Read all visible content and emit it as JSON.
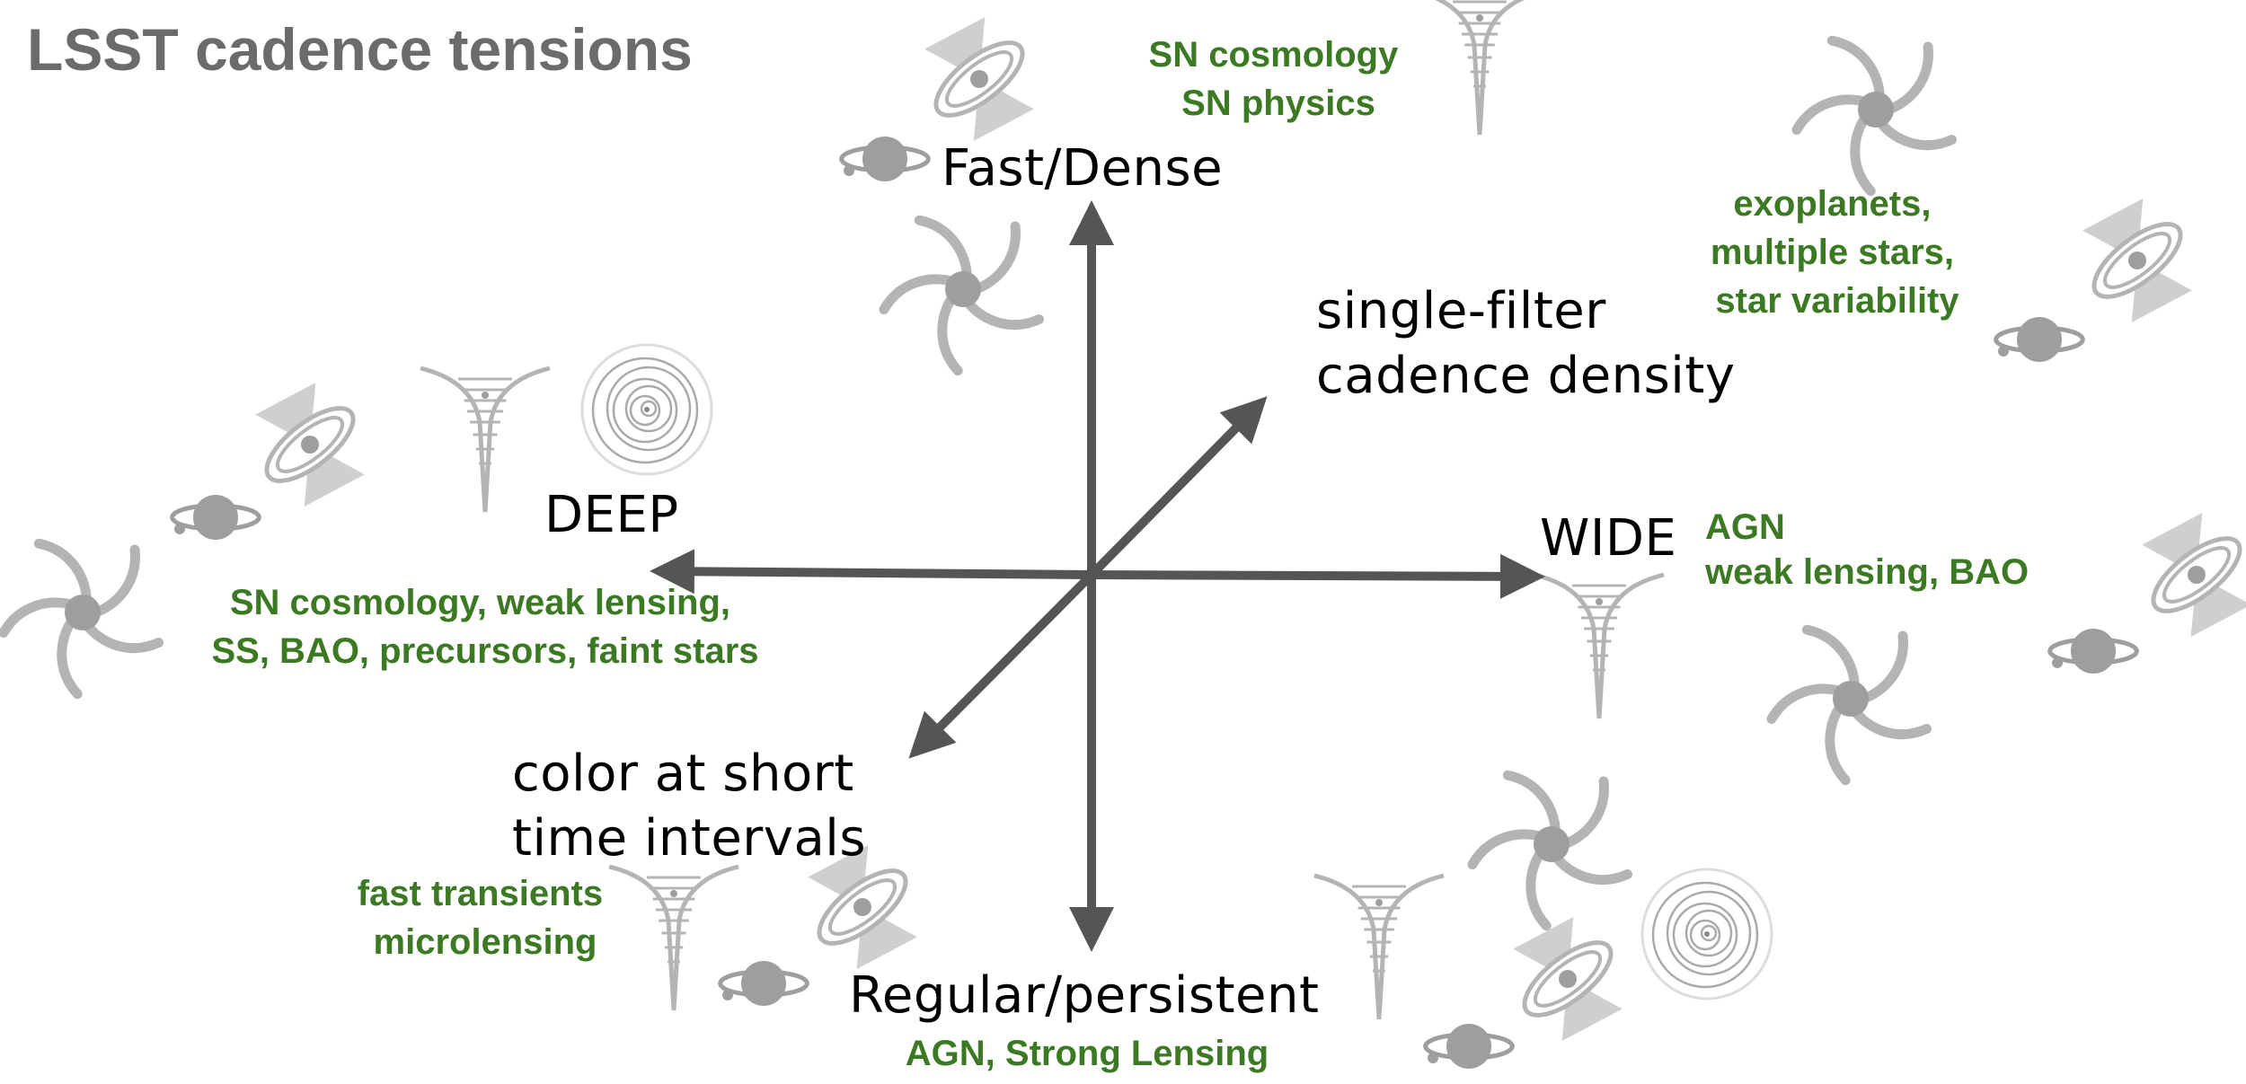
{
  "title": "LSST cadence tensions",
  "colors": {
    "title": "#6b6b6b",
    "axis": "#555555",
    "label": "#000000",
    "science": "#3b7a23",
    "icon": "#b4b4b4",
    "icon_fill": "#9e9e9e"
  },
  "axes": {
    "up": "Fast/Dense",
    "down": "Regular/persistent",
    "left": "DEEP",
    "right": "WIDE",
    "diag_up": [
      "single-filter",
      "cadence density"
    ],
    "diag_down": [
      "color at short",
      "time intervals"
    ]
  },
  "science": {
    "top": [
      "SN cosmology",
      "SN physics"
    ],
    "top_right": [
      "exoplanets,",
      "multiple stars,",
      "star variability"
    ],
    "right": [
      "AGN",
      "weak lensing, BAO"
    ],
    "left": [
      "SN cosmology, weak lensing,",
      "SS, BAO, precursors, faint stars"
    ],
    "bottom_left": [
      "fast transients",
      "microlensing"
    ],
    "bottom": [
      "AGN, Strong Lensing"
    ]
  },
  "icons": [
    {
      "type": "kilonova"
    },
    {
      "type": "planet"
    },
    {
      "type": "galaxy"
    },
    {
      "type": "funnel"
    },
    {
      "type": "galaxy"
    },
    {
      "type": "kilonova"
    },
    {
      "type": "planet"
    },
    {
      "type": "kilonova"
    },
    {
      "type": "planet"
    },
    {
      "type": "funnel"
    },
    {
      "type": "orbits"
    },
    {
      "type": "galaxy"
    },
    {
      "type": "funnel"
    },
    {
      "type": "kilonova"
    },
    {
      "type": "planet"
    },
    {
      "type": "galaxy"
    },
    {
      "type": "funnel"
    },
    {
      "type": "kilonova"
    },
    {
      "type": "planet"
    },
    {
      "type": "galaxy"
    },
    {
      "type": "funnel"
    },
    {
      "type": "orbits"
    },
    {
      "type": "kilonova"
    },
    {
      "type": "planet"
    }
  ]
}
